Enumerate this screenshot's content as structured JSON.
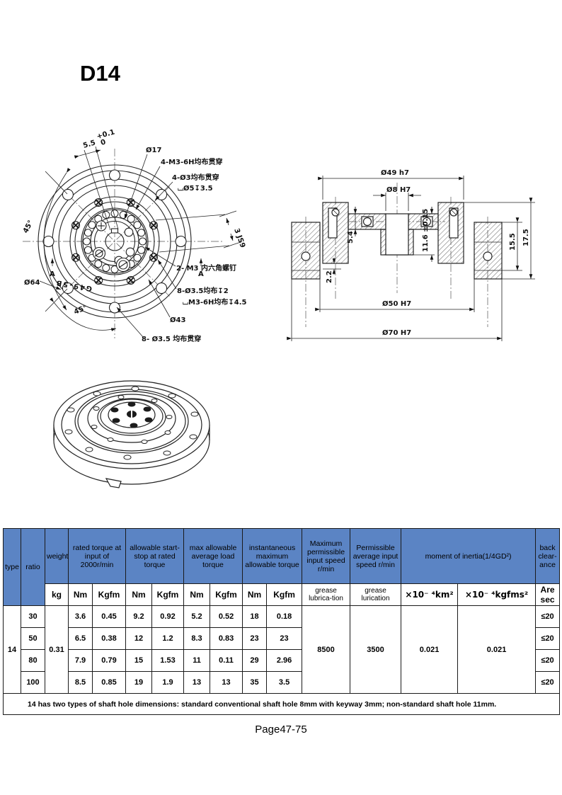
{
  "page": {
    "title": "D14",
    "footer": "Page47-75"
  },
  "front_view": {
    "dim_keyway": "5.5",
    "tol_plus": "+0.1",
    "tol_zero": "0",
    "d17": "Ø17",
    "holes_m3": "4-M3-6H均布贯穿",
    "holes_d3": "4-Ø3均布贯穿",
    "cbore_d5": "⌴Ø5↧3.5",
    "keyway_3js9": "3 JS9",
    "screws_m3": "2- M3 内六角螺钉",
    "holes_d35_l1": "8-Ø3.5均布↧2",
    "holes_d35_l2": "⌴M3-6H均布↧4.5",
    "d43": "Ø43",
    "holes_d35_thru": "8- Ø3.5 均布贯穿",
    "d64": "Ø64",
    "angle_left": "45°",
    "angle_bottom": "45°",
    "marker_a_left": "A",
    "marker_a_right": "A",
    "engraving": "G49-5B"
  },
  "section_view": {
    "d49": "Ø49 h7",
    "d8": "Ø8 H7",
    "plate_thickness": "5.4",
    "depth_116": "11.6 ±0.15",
    "step_22": "2.2",
    "height_155": "15.5",
    "height_175": "17.5",
    "d50": "Ø50 H7",
    "d70": "Ø70 H7"
  },
  "table": {
    "header": {
      "type": "type",
      "ratio": "ratio",
      "weight": "weight",
      "rated_torque": "rated torque at input of 2000r/min",
      "start_stop": "allowable start-stop at rated torque",
      "max_avg": "max allowable average load torque",
      "instant": "instantaneous maximum allowable torque",
      "max_speed": "Maximum permissible input speed r/min",
      "avg_speed": "Permissible average input speed r/min",
      "inertia": "moment of inertia(1/4GD²)",
      "backlash": "back clear-ance",
      "kg": "kg",
      "nm": "Nm",
      "kgfm": "Kgfm",
      "grease1": "grease lubrica-tion",
      "grease2": "grease lurication",
      "unit_km": "×10⁻ ⁴km²",
      "unit_kgfms": "×10⁻ ⁴kgfms²",
      "arcsec": "Are sec"
    },
    "type_value": "14",
    "weight_value": "0.31",
    "rows": [
      {
        "ratio": "30",
        "rt_nm": "3.6",
        "rt_kgfm": "0.45",
        "ss_nm": "9.2",
        "ss_kgfm": "0.92",
        "avg_nm": "5.2",
        "avg_kgfm": "0.52",
        "in_nm": "18",
        "in_kgfm": "0.18",
        "back": "≤20"
      },
      {
        "ratio": "50",
        "rt_nm": "6.5",
        "rt_kgfm": "0.38",
        "ss_nm": "12",
        "ss_kgfm": "1.2",
        "avg_nm": "8.3",
        "avg_kgfm": "0.83",
        "in_nm": "23",
        "in_kgfm": "23",
        "back": "≤20"
      },
      {
        "ratio": "80",
        "rt_nm": "7.9",
        "rt_kgfm": "0.79",
        "ss_nm": "15",
        "ss_kgfm": "1.53",
        "avg_nm": "11",
        "avg_kgfm": "0.11",
        "in_nm": "29",
        "in_kgfm": "2.96",
        "back": "≤20"
      },
      {
        "ratio": "100",
        "rt_nm": "8.5",
        "rt_kgfm": "0.85",
        "ss_nm": "19",
        "ss_kgfm": "1.9",
        "avg_nm": "13",
        "avg_kgfm": "13",
        "in_nm": "35",
        "in_kgfm": "3.5",
        "back": "≤20"
      }
    ],
    "max_speed_value": "8500",
    "avg_speed_value": "3500",
    "inertia_km": "0.021",
    "inertia_kgfms": "0.021",
    "note": "14 has two types of shaft hole dimensions: standard conventional shaft hole 8mm with keyway 3mm; non-standard shaft hole 11mm."
  }
}
